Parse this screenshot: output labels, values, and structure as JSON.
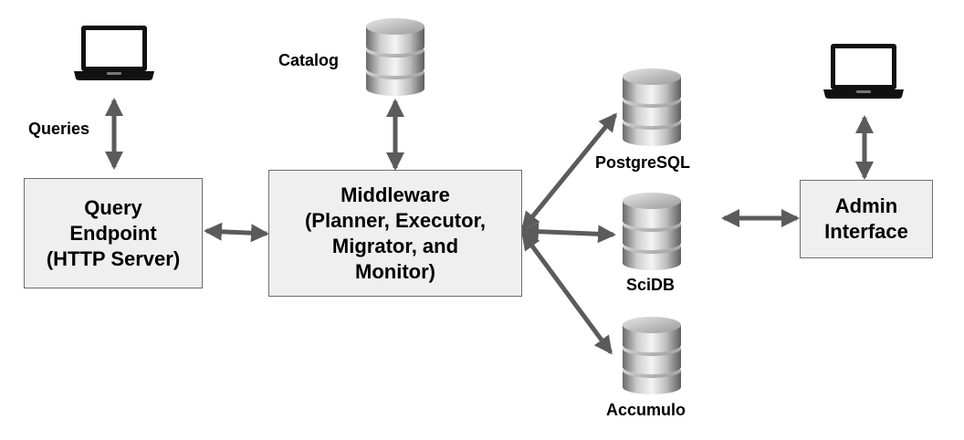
{
  "colors": {
    "arrow": "#5b5b5b",
    "box_fill": "#efefef",
    "box_border": "#6e6e6e",
    "db_light": "#e8e8e8",
    "db_dark": "#6a6a6a"
  },
  "nodes": {
    "query_endpoint": {
      "label": "Query\nEndpoint\n(HTTP Server)"
    },
    "middleware": {
      "label": "Middleware\n(Planner, Executor,\nMigrator, and\nMonitor)"
    },
    "admin_interface": {
      "label": "Admin\nInterface"
    }
  },
  "databases": {
    "catalog": {
      "label": "Catalog",
      "icon": "database-icon"
    },
    "postgresql": {
      "label": "PostgreSQL",
      "icon": "database-icon"
    },
    "scidb": {
      "label": "SciDB",
      "icon": "database-icon"
    },
    "accumulo": {
      "label": "Accumulo",
      "icon": "database-icon"
    }
  },
  "edge_labels": {
    "queries": "Queries"
  },
  "icons": {
    "client_laptop": "laptop-icon",
    "admin_laptop": "laptop-icon"
  }
}
